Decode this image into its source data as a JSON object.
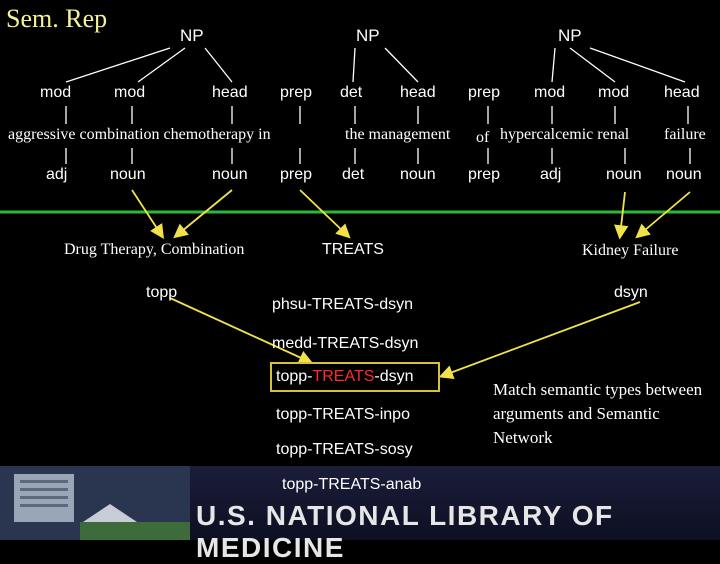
{
  "title": "Sem. Rep",
  "np_labels": [
    "NP",
    "NP",
    "NP"
  ],
  "roles": [
    "mod",
    "mod",
    "head",
    "prep",
    "det",
    "head",
    "prep",
    "mod",
    "mod",
    "head"
  ],
  "words": {
    "phrase1": "aggressive combination chemotherapy in",
    "phrase2": "the management",
    "of": "of",
    "phrase3": "hypercalcemic renal",
    "failure": "failure"
  },
  "pos_tags": [
    "adj",
    "noun",
    "noun",
    "prep",
    "det",
    "noun",
    "prep",
    "adj",
    "noun",
    "noun"
  ],
  "concepts": {
    "left": "Drug Therapy, Combination",
    "middle": "TREATS",
    "right": "Kidney Failure"
  },
  "types": {
    "left": "topp",
    "right": "dsyn"
  },
  "relations": {
    "r1": "phsu-TREATS-dsyn",
    "r2": "medd-TREATS-dsyn",
    "r3_a": "topp-",
    "r3_b": "TREATS",
    "r3_c": "-dsyn",
    "r4": "topp-TREATS-inpo",
    "r5": "topp-TREATS-sosy",
    "r6": "topp-TREATS-anab"
  },
  "note": "Match semantic types between arguments and Semantic Network",
  "footer": "U.S. NATIONAL LIBRARY OF MEDICINE",
  "colors": {
    "title": "#f5f19a",
    "highlight_border": "#d8c23a",
    "divider": "#2db83a",
    "treats_red": "#ff2a2a"
  }
}
